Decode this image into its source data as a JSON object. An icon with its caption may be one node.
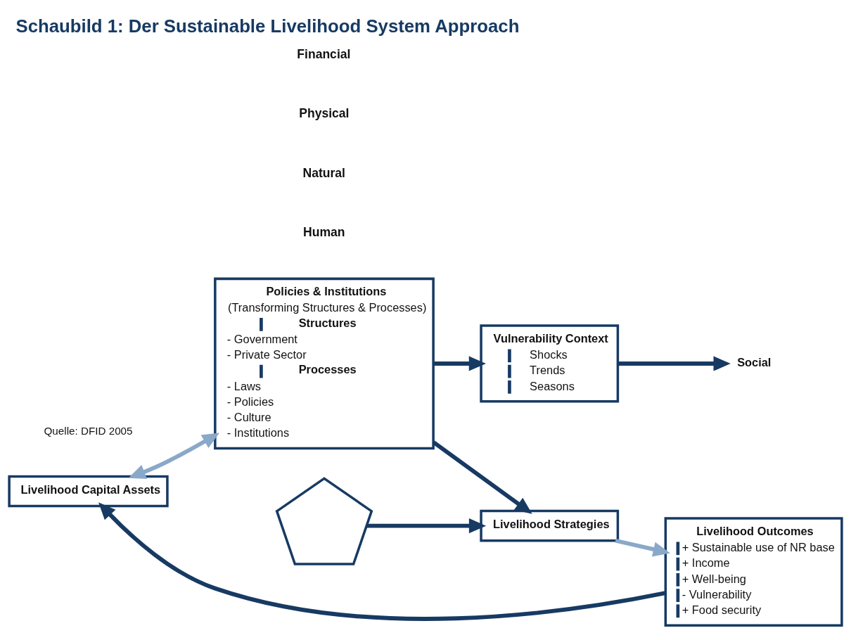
{
  "diagram": {
    "title": "Schaubild 1: Der Sustainable Livelihood System Approach",
    "caption": "Quelle: DFID 2005",
    "nodes": [
      {
        "text": [
          "Livelihood Capital Assets"
        ]
      },
      {
        "text": [
          "Policies & Institutions",
          "(Transforming Structures & Processes)",
          "Structures",
          "- Government",
          "- Private Sector",
          "Processes",
          "- Laws",
          "- Policies",
          "- Culture",
          "- Institutions"
        ]
      },
      {
        "text": [
          "Livelihood Outcomes",
          "+ Sustainable use of NR base",
          "+ Income",
          "+ Well-being",
          "- Vulnerability",
          "+ Food security"
        ]
      },
      {
        "text": [
          "Social"
        ]
      },
      {
        "text": [],
        "shape": "pentagon"
      },
      {
        "text": [
          "Vulnerability Context",
          "Shocks",
          "Trends",
          "Seasons"
        ]
      },
      {
        "text": [
          "Livelihood Strategies"
        ]
      }
    ],
    "edges": [
      {
        "from": 2,
        "to": 0,
        "arrow": "to"
      },
      {
        "from": 0,
        "to": 1,
        "arrow": "both",
        "color": "#8aa8c8"
      },
      {
        "from": 6,
        "to": 2,
        "arrow": "to",
        "color": "#8aa8c8"
      },
      {
        "from": 1,
        "to": 5,
        "arrow": "to"
      },
      {
        "from": 1,
        "to": 6,
        "arrow": "to"
      },
      {
        "from": 5,
        "to": 3,
        "arrow": "to"
      },
      {
        "from": 4,
        "to": 6,
        "arrow": "to"
      }
    ],
    "labels": [
      "Human",
      "Natural",
      "Physical",
      "Financial"
    ]
  }
}
